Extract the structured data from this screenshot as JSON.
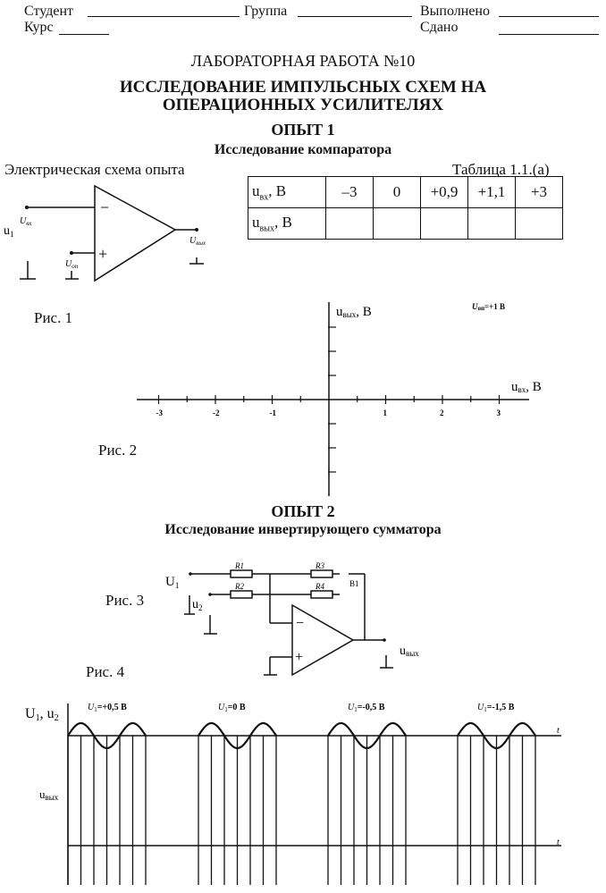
{
  "header": {
    "student_label": "Студент",
    "group_label": "Группа",
    "done_label": "Выполнено",
    "course_label": "Курс",
    "submitted_label": "Сдано"
  },
  "lab_title": "ЛАБОРАТОРНАЯ РАБОТА №10",
  "main_title_line1": "ИССЛЕДОВАНИЕ ИМПУЛЬСНЫХ СХЕМ НА",
  "main_title_line2": "ОПЕРАЦИОННЫХ УСИЛИТЕЛЯХ",
  "experiment1": {
    "title": "ОПЫТ 1",
    "subtitle": "Исследование компаратора",
    "schema_label": "Электрическая схема опыта",
    "table_caption": "Таблица 1.1.(а)",
    "circuit": {
      "u1": "u",
      "u1_sub": "1",
      "uvx": "U",
      "uvx_sub": "вх",
      "uop": "U",
      "uop_sub": "оп",
      "uvyx": "U",
      "uvyx_sub": "вых",
      "minus": "−",
      "plus": "+"
    },
    "table": {
      "row1_header": "u",
      "row1_header_sub": "вх",
      "row1_unit": ", В",
      "row1_values": [
        "–3",
        "0",
        "+0,9",
        "+1,1",
        "+3"
      ],
      "row2_header": "u",
      "row2_header_sub": "вых",
      "row2_unit": ", В",
      "row2_values": [
        "",
        "",
        "",
        "",
        ""
      ]
    },
    "fig1_label": "Рис. 1",
    "fig2_label": "Рис. 2",
    "graph": {
      "y_label": "u",
      "y_label_sub": "вых",
      "y_unit": ", В",
      "x_label": "u",
      "x_label_sub": "вх",
      "x_unit": ", В",
      "annotation": "U",
      "annotation_sub": "оп",
      "annotation_value": "=+1 В",
      "x_ticks": [
        -3,
        -2,
        -1,
        1,
        2,
        3
      ],
      "x_tick_labels": [
        "-3",
        "-2",
        "-1",
        "1",
        "2",
        "3"
      ]
    }
  },
  "experiment2": {
    "title": "ОПЫТ 2",
    "subtitle": "Исследование инвертирующего сумматора",
    "fig3_label": "Рис. 3",
    "fig4_label": "Рис. 4",
    "circuit": {
      "U1": "U",
      "U1_sub": "1",
      "u2": "u",
      "u2_sub": "2",
      "R1": "R1",
      "R2": "R2",
      "R3": "R3",
      "R4": "R4",
      "B1": "B1",
      "uvyx": "u",
      "uvyx_sub": "вых",
      "minus": "−",
      "plus": "+"
    },
    "waveforms": {
      "y_label_top": "U",
      "y_label_top_sub": "1",
      "y_label_top_rest": ", u",
      "y_label_top_sub2": "2",
      "y_label_bottom": "u",
      "y_label_bottom_sub": "вых",
      "t_label": "t",
      "groups": [
        {
          "label": "U",
          "sub": "1",
          "value": "=+0,5 В"
        },
        {
          "label": "U",
          "sub": "1",
          "value": "=0 В"
        },
        {
          "label": "U",
          "sub": "1",
          "value": "=-0,5 В"
        },
        {
          "label": "U",
          "sub": "1",
          "value": "=-1,5 В"
        }
      ]
    }
  }
}
